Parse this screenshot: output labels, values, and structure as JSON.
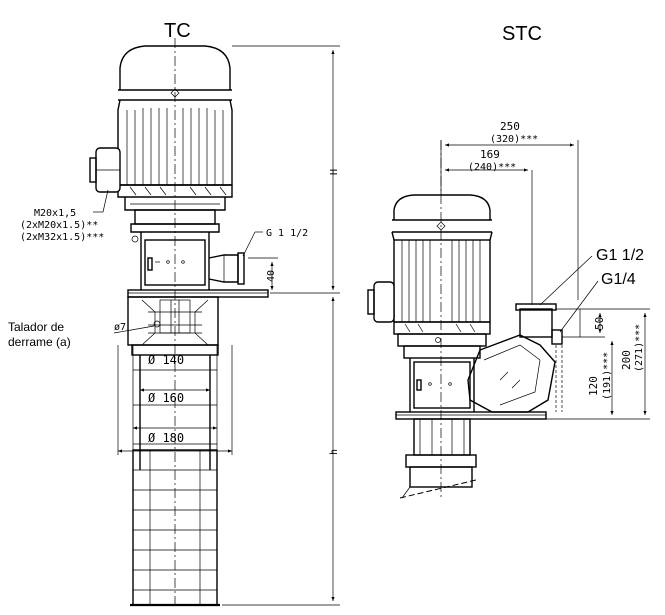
{
  "titles": {
    "left": "TC",
    "right": "STC"
  },
  "left": {
    "cable_glands": [
      "M20x1,5",
      "(2xM20x1.5)**",
      "(2xM32x1.5)***"
    ],
    "outlet_thread": "G 1 1/2",
    "dim_40": "40",
    "drain_label_1": "Talador de",
    "drain_label_2": "derrame (a)",
    "hole": "ø7",
    "diameters": [
      "Ø 140",
      "Ø 160",
      "Ø 180"
    ],
    "height_upper": "H",
    "height_lower": "h"
  },
  "right": {
    "dim_250": "250",
    "dim_250_alt": "(320)***",
    "dim_169": "169",
    "dim_169_alt": "(240)***",
    "outlet_1": "G1  1/2",
    "outlet_2": "G1/4",
    "dim_50": "50",
    "dim_120": "120",
    "dim_120_alt": "(191)***",
    "dim_200": "200",
    "dim_200_alt": "(271)***"
  }
}
